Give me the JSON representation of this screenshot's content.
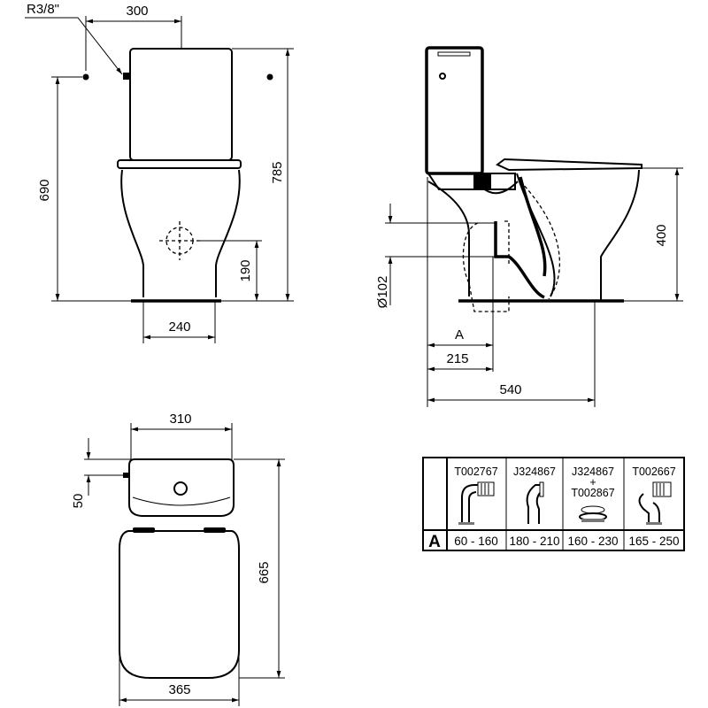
{
  "front_view": {
    "thread_label": "R3/8\"",
    "dim_width_inlet": "300",
    "dim_height_inlet": "690",
    "dim_total_height": "785",
    "dim_outlet_height": "190",
    "dim_base_width": "240"
  },
  "side_view": {
    "dim_seat_height": "400",
    "dim_outlet_diameter": "Ø102",
    "dim_a": "A",
    "dim_outlet_distance": "215",
    "dim_depth": "540"
  },
  "top_view": {
    "dim_tank_width": "310",
    "dim_inlet_offset": "50",
    "dim_length": "665",
    "dim_seat_width": "365"
  },
  "connector_table": {
    "row_label": "A",
    "plus": "+",
    "columns": [
      {
        "code": "T002767",
        "range": "60 - 160"
      },
      {
        "code": "J324867",
        "range": "180 - 210"
      },
      {
        "code": "J324867",
        "code2": "T002867",
        "range": "160 - 230"
      },
      {
        "code": "T002667",
        "range": "165 - 250"
      }
    ]
  }
}
